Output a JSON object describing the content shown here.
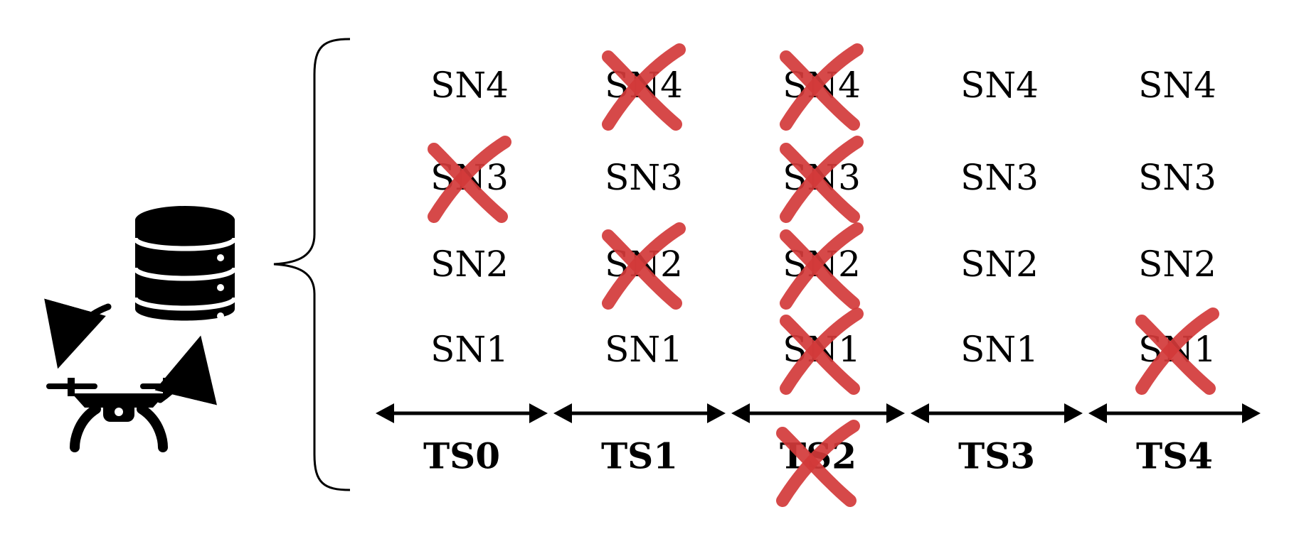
{
  "colors": {
    "ink": "#000000",
    "cross": "#d23a3a"
  },
  "icons": {
    "database": "database-icon",
    "drone": "drone-icon",
    "arrow_to_drone": "curved-arrow-to-drone-icon",
    "arrow_to_db": "curved-arrow-to-database-icon",
    "brace": "left-brace"
  },
  "time_slots": [
    {
      "label": "TS0",
      "failed": false
    },
    {
      "label": "TS1",
      "failed": false
    },
    {
      "label": "TS2",
      "failed": true
    },
    {
      "label": "TS3",
      "failed": false
    },
    {
      "label": "TS4",
      "failed": false
    }
  ],
  "sensor_rows": [
    "SN4",
    "SN3",
    "SN2",
    "SN1"
  ],
  "failures": {
    "TS0": {
      "SN4": false,
      "SN3": true,
      "SN2": false,
      "SN1": false
    },
    "TS1": {
      "SN4": true,
      "SN3": false,
      "SN2": true,
      "SN1": false
    },
    "TS2": {
      "SN4": true,
      "SN3": true,
      "SN2": true,
      "SN1": true
    },
    "TS3": {
      "SN4": false,
      "SN3": false,
      "SN2": false,
      "SN1": false
    },
    "TS4": {
      "SN4": false,
      "SN3": false,
      "SN2": false,
      "SN1": true
    }
  }
}
